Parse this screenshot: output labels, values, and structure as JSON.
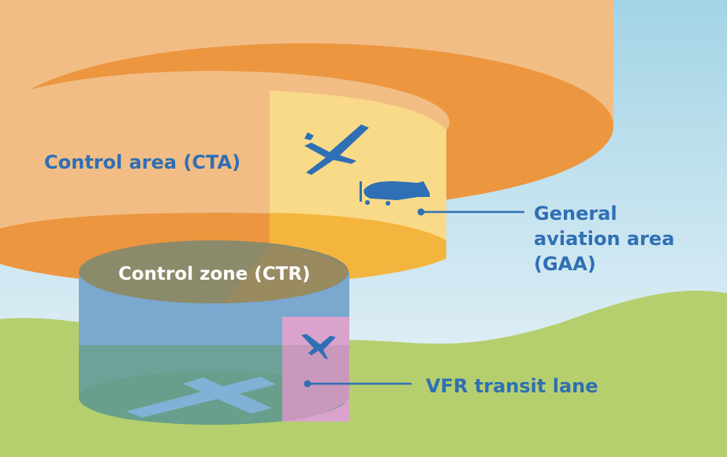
{
  "labels": {
    "control_area": "Control area (CTA)",
    "control_zone": "Control zone (CTR)",
    "gaa_line1": "General",
    "gaa_line2": "aviation area",
    "gaa_line3": "(GAA)",
    "vfr": "VFR transit lane"
  },
  "icons": {
    "glider": "glider-icon",
    "small_plane": "propeller-plane-icon",
    "transit_plane": "small-plane-icon",
    "runway": "runway-cross-icon"
  },
  "colors": {
    "sky": "#a9d7e6",
    "ground": "#b5cf6e",
    "cta_light": "#f2bd84",
    "cta_dark": "#ec9640",
    "gaa_light": "#f8da88",
    "gaa_dark": "#f4b53f",
    "ctr_top": "#8b8a6a",
    "ctr_side": "#7aa8cf",
    "ctr_ground": "#6aa18d",
    "vfr_lane": "#d9a3cc",
    "text_blue": "#2f6fb5",
    "text_white": "#ffffff"
  }
}
